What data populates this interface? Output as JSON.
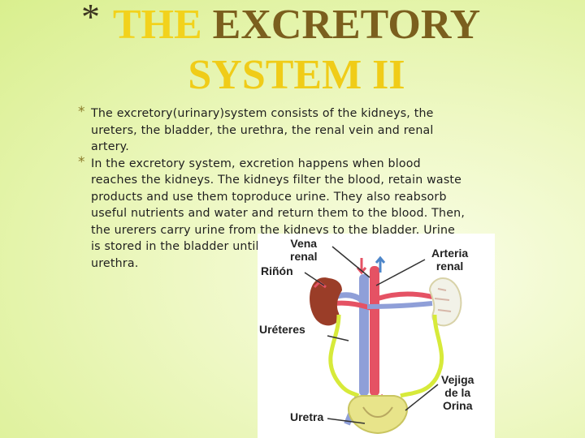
{
  "slide": {
    "title_bullet": "*",
    "title_words": [
      "THE",
      "EXCRETORY",
      "SYSTEM II"
    ],
    "bullets": [
      {
        "marker": "*",
        "text": "The excretory(urinary)system consists of the kidneys, the ureters, the bladder, the urethra, the renal vein and renal artery."
      },
      {
        "marker": "*",
        "text": "In the excretory system, excretion happens when blood reaches the kidneys. The kidneys filter the blood, retain waste products and use them toproduce urine. They also reabsorb useful nutrients and water and return them to the blood. Then, the urerers carry urine from the kidneys to the bladder. Urine is stored in the bladder until it leaves the body through the urethra."
      }
    ]
  },
  "figure": {
    "labels": {
      "vena_line1": "Vena",
      "vena_line2": "renal",
      "arteria_line1": "Arteria",
      "arteria_line2": "renal",
      "rinon": "Riñón",
      "ureteres": "Uréteres",
      "vejiga_line1": "Vejiga",
      "vejiga_line2": "de la",
      "vejiga_line3": "Orina",
      "uretra": "Uretra"
    }
  },
  "colors": {
    "title_yellow": "#f2d21c",
    "title_brown": "#7b5f1e",
    "background_green": "#d9ef8e",
    "kidney": "#9a3d28",
    "ureter": "#d7ea3a",
    "vein": "#7f8fd0",
    "artery": "#e4485a"
  }
}
